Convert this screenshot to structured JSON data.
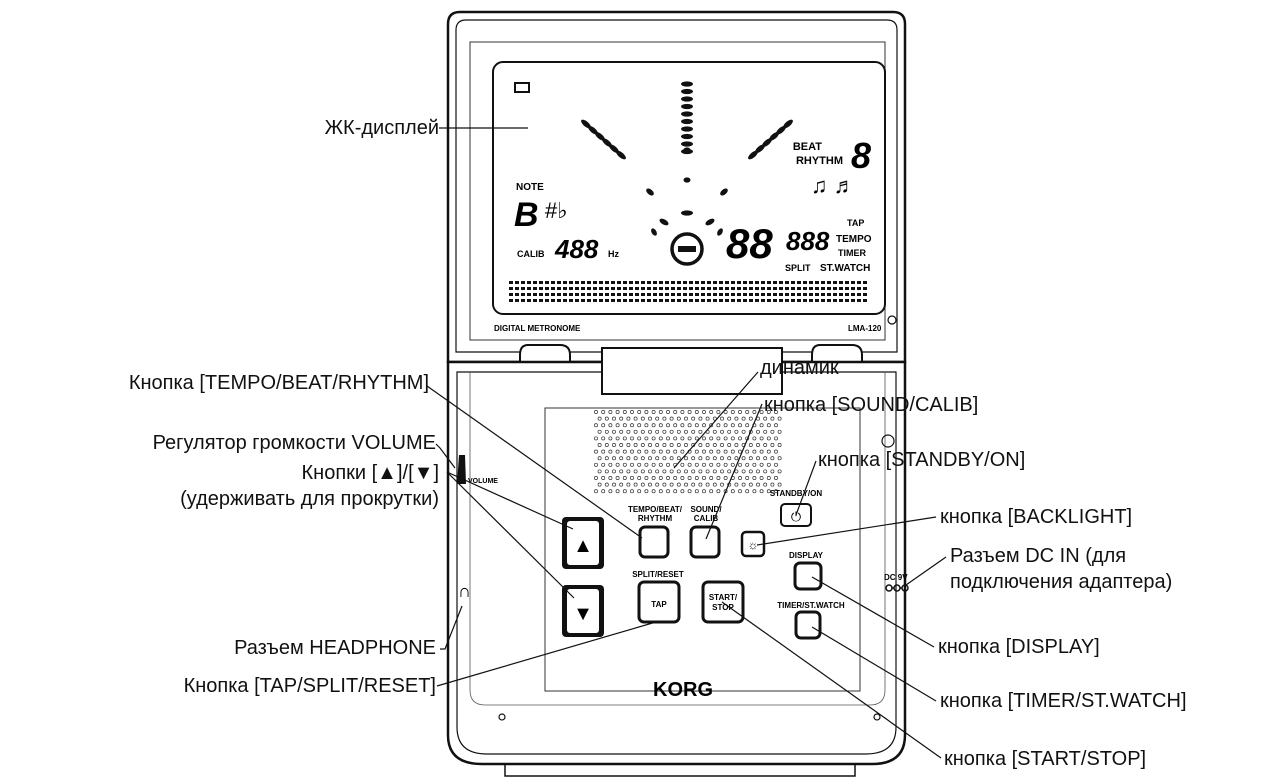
{
  "device": {
    "brand": "KORG",
    "left_caption": "DIGITAL METRONOME",
    "model": "LMA-120",
    "volume_label": "VOLUME",
    "dc_label": "DC 9V",
    "lcd": {
      "beat_label": "BEAT",
      "rhythm_label": "RHYTHM",
      "beat_digit": "8",
      "note_label": "NOTE",
      "accidentals": "#♭",
      "calib_label": "CALIB",
      "calib_value": "488",
      "hz_label": "Hz",
      "tempo_digits": "88",
      "timer_digits": "888",
      "tap_label": "TAP",
      "tempo_label": "TEMPO",
      "timer_label": "TIMER",
      "split_label": "SPLIT",
      "stwatch_label": "ST.WATCH"
    },
    "buttons": {
      "up_symbol": "▲",
      "down_symbol": "▼",
      "tempo_line1": "TEMPO/BEAT/",
      "tempo_line2": "RHYTHM",
      "sound_line1": "SOUND/",
      "sound_line2": "CALIB",
      "standby_label": "STANDBY/ON",
      "display_label": "DISPLAY",
      "timer_label": "TIMER/ST.WATCH",
      "split_label": "SPLIT/RESET",
      "tap_label": "TAP",
      "start_line1": "START/",
      "start_line2": "STOP"
    }
  },
  "callouts": {
    "lcd": "ЖК-дисплей",
    "tempo_button": "Кнопка [TEMPO/BEAT/RHYTHM]",
    "volume": "Регулятор громкости VOLUME",
    "arrows_line1": "Кнопки [▲]/[▼]",
    "arrows_line2": "(удерживать для прокрутки)",
    "headphone": "Разъем HEADPHONE",
    "tap_button": "Кнопка [TAP/SPLIT/RESET]",
    "speaker": "динамик",
    "sound_button": "кнопка [SOUND/CALIB]",
    "standby_button": "кнопка [STANDBY/ON]",
    "backlight_button": "кнопка [BACKLIGHT]",
    "dcin_line1": "Разъем DC IN (для",
    "dcin_line2": "подключения адаптера)",
    "display_button": "кнопка [DISPLAY]",
    "timer_button": "кнопка [TIMER/ST.WATCH]",
    "start_button": "кнопка [START/STOP]"
  }
}
